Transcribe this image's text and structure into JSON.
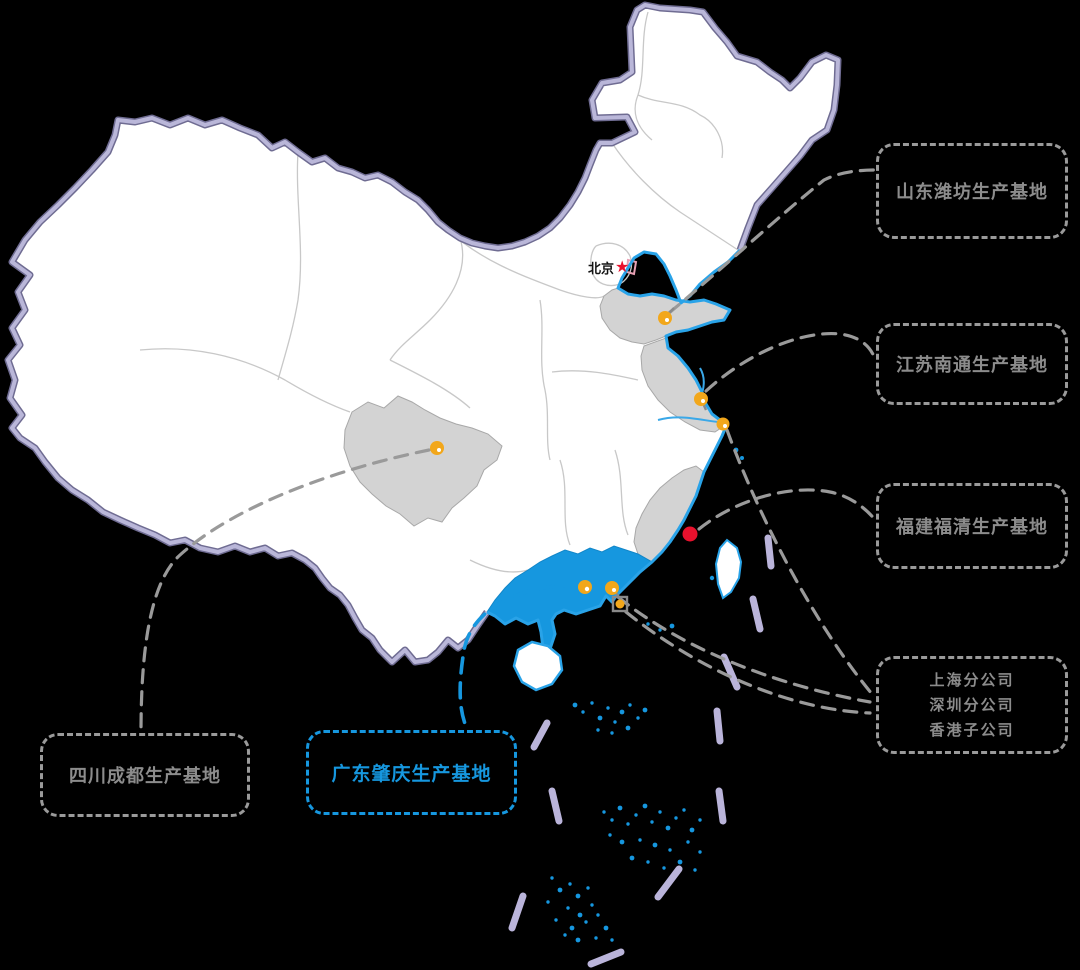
{
  "map": {
    "beijing_label": "北京",
    "beijing_star": "★"
  },
  "callouts": {
    "shandong": {
      "label": "山东潍坊生产基地"
    },
    "jiangsu": {
      "label": "江苏南通生产基地"
    },
    "fujian": {
      "label": "福建福清生产基地"
    },
    "offices": {
      "lines": [
        "上海分公司",
        "深圳分公司",
        "香港子公司"
      ]
    },
    "sichuan": {
      "label": "四川成都生产基地"
    },
    "guangdong": {
      "label": "广东肇庆生产基地"
    }
  },
  "colors": {
    "background": "#000000",
    "accent_blue": "#1697DF",
    "coast_blue": "#29A3E8",
    "callout_gray": "#9A9A9A",
    "text_gray": "#8C8C8C",
    "marker_yellow": "#F2A71B",
    "marker_red": "#E8112D",
    "border_purple_light": "#BAB7D9",
    "border_purple_dark": "#6F6C92",
    "province_gray": "#D3D3D3"
  }
}
